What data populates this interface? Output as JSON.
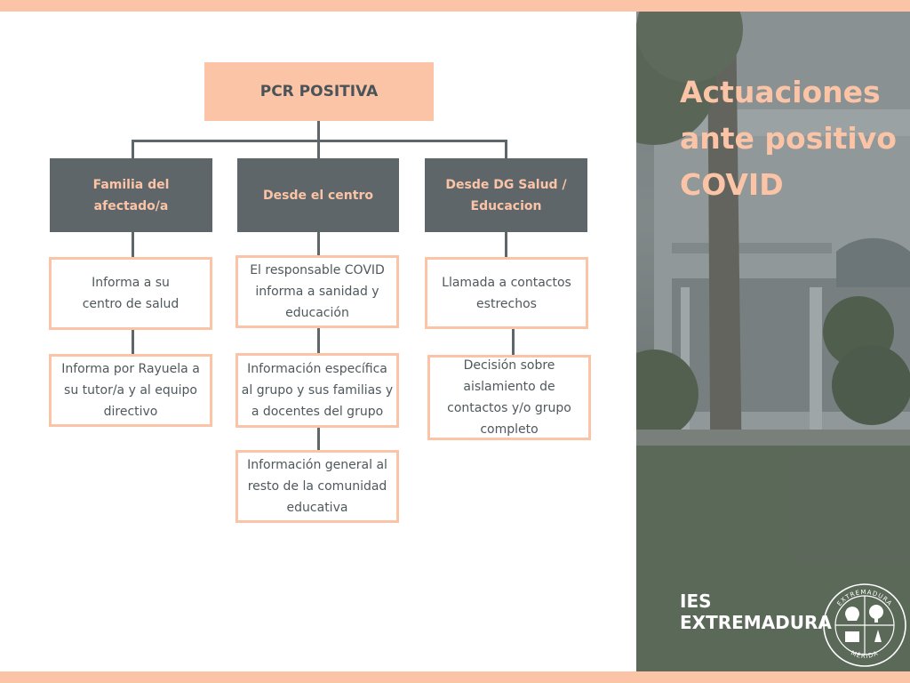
{
  "diagram": {
    "root": "PCR POSITIVA",
    "branches": [
      {
        "title": "Familia del afectado/a",
        "steps": [
          "Informa a su centro de salud",
          "Informa por Rayuela a su tutor/a y al equipo directivo"
        ]
      },
      {
        "title": "Desde el centro",
        "steps": [
          "El responsable COVID informa a sanidad y educación",
          "Información específica al grupo y sus familias y a docentes del grupo",
          "Información general al resto de la comunidad educativa"
        ]
      },
      {
        "title": "Desde DG Salud / Educacion",
        "steps": [
          "Llamada a contactos estrechos",
          "Decisión sobre aislamiento de contactos y/o grupo completo"
        ]
      }
    ]
  },
  "sidebar": {
    "title": "Actuaciones\nante positivo\nCOVID",
    "school": "IES\nEXTREMADURA",
    "seal_text_top": "EXTREMADURA",
    "seal_text_bottom": "MÉRIDA"
  },
  "colors": {
    "accent": "#fcc4a6",
    "dark": "#5e666a",
    "text": "#4f585c"
  }
}
